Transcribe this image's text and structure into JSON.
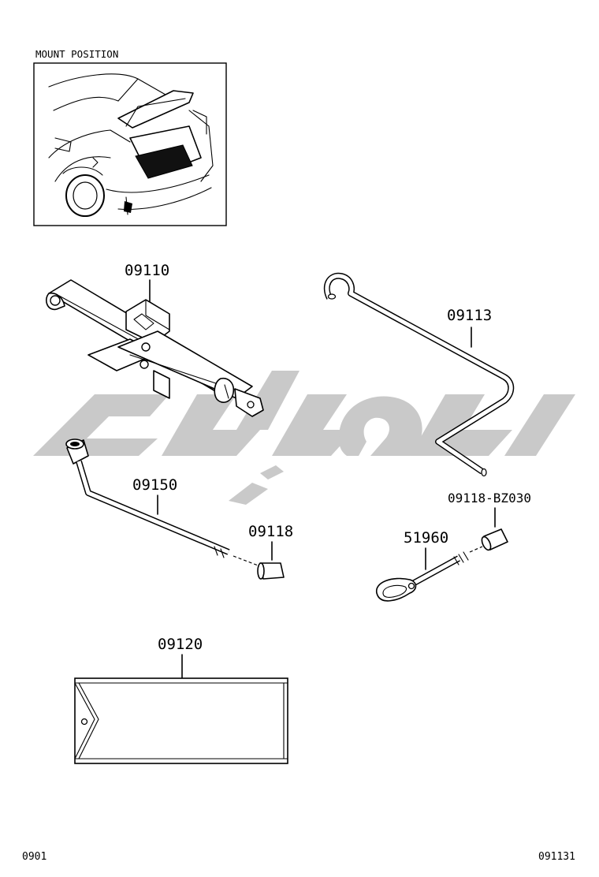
{
  "inset": {
    "title": "MOUNT POSITION"
  },
  "parts": {
    "jack": "09110",
    "jack_handle": "09113",
    "wrench": "09150",
    "wrench_cap": "09118",
    "tool_bag": "09120",
    "towing_eyelet": "51960",
    "eyelet_cap": "09118-BZ030"
  },
  "footer": {
    "left_code": "0901",
    "right_code": "091131"
  },
  "colors": {
    "line": "#000000",
    "watermark": "#c9c9c9",
    "background": "#ffffff"
  }
}
